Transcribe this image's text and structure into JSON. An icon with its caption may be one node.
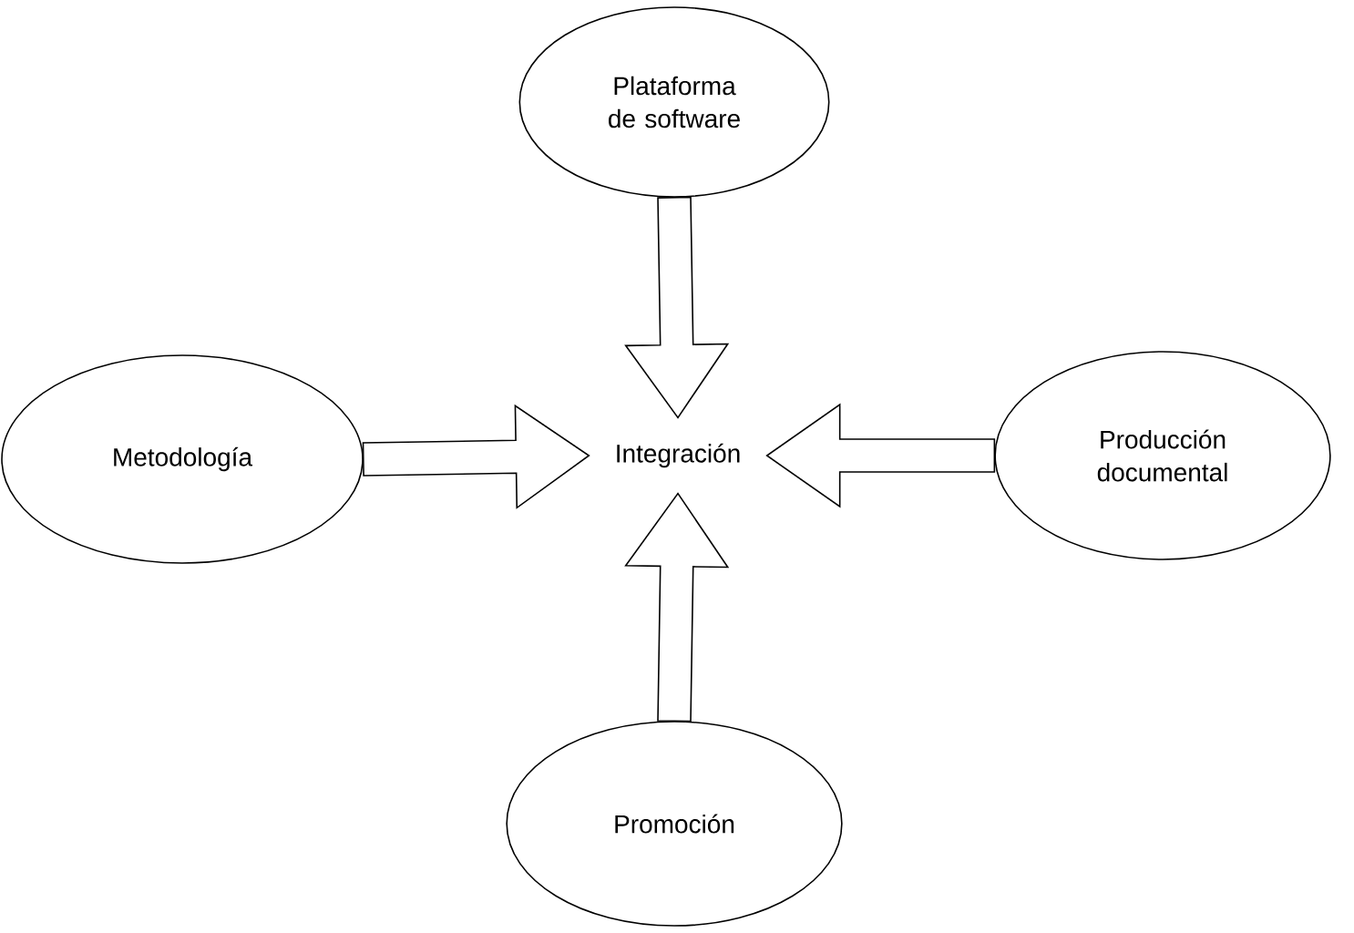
{
  "diagram": {
    "nodes": [
      {
        "text": [
          "Plataforma de software"
        ]
      },
      {
        "text": [
          "Metodología"
        ]
      },
      {
        "text": [
          "Integración"
        ]
      },
      {
        "text": [
          "Producción documental"
        ]
      },
      {
        "text": [
          "Promoción"
        ]
      }
    ],
    "edges": [
      {
        "from": 0,
        "to": 2,
        "arrow": "to"
      },
      {
        "from": 1,
        "to": 2,
        "arrow": "to"
      },
      {
        "from": 3,
        "to": 2,
        "arrow": "to"
      },
      {
        "from": 4,
        "to": 2,
        "arrow": "to"
      }
    ]
  }
}
